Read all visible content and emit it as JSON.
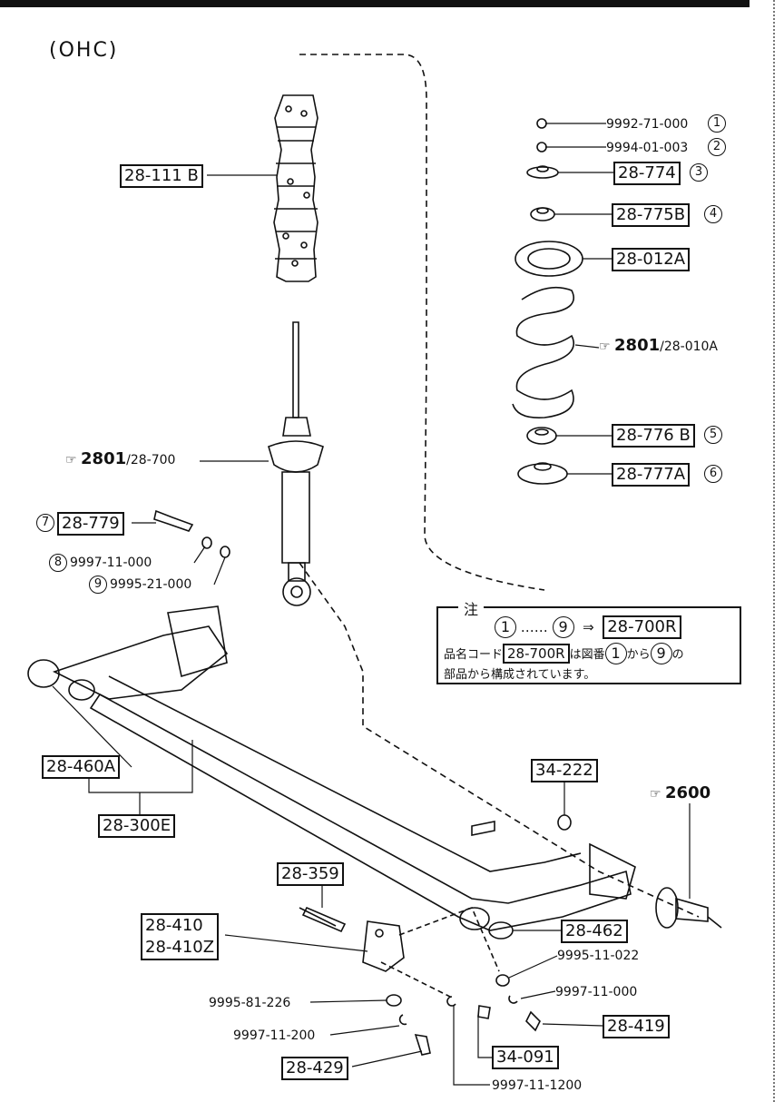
{
  "title": "(OHC)",
  "parts": {
    "p28_111b": "28-111 B",
    "p9992": "9992-71-000",
    "p9994": "9994-01-003",
    "p28_774": "28-774",
    "p28_775b": "28-775B",
    "p28_012a": "28-012A",
    "p28_776b": "28-776 B",
    "p28_777a": "28-777A",
    "p28_779": "28-779",
    "p9997_11_000": "9997-11-000",
    "p9995_21_000": "9995-21-000",
    "p28_460a": "28-460A",
    "p28_300e": "28-300E",
    "p34_222": "34-222",
    "p28_359": "28-359",
    "p28_410": "28-410",
    "p28_410z": "28-410Z",
    "p28_462": "28-462",
    "p9995_11_022": "9995-11-022",
    "p9997_11_000b": "9997-11-000",
    "p9995_81_226": "9995-81-226",
    "p9997_11_200": "9997-11-200",
    "p28_419": "28-419",
    "p28_429": "28-429",
    "p34_091": "34-091",
    "p9997_11_1200": "9997-11-1200"
  },
  "refs": {
    "spring_ref_num": "2801",
    "spring_ref_part": "/28-010A",
    "shock_ref_num": "2801",
    "shock_ref_part": "/28-700",
    "hub_ref_num": "2600",
    "pointer_icon": "☞"
  },
  "markers": [
    "1",
    "2",
    "3",
    "4",
    "5",
    "6",
    "7",
    "8",
    "9"
  ],
  "note": {
    "heading": "注",
    "range_from": "1",
    "dots": "……",
    "range_to": "9",
    "arrow": "⇒",
    "target": "28-700R",
    "line2_prefix": "品名コード",
    "line2_code": "28-700R",
    "line2_mid": "は図番",
    "line2_from": "1",
    "line2_kara": "から",
    "line2_to": "9",
    "line2_no": "の",
    "line3": "部品から構成されています。"
  }
}
